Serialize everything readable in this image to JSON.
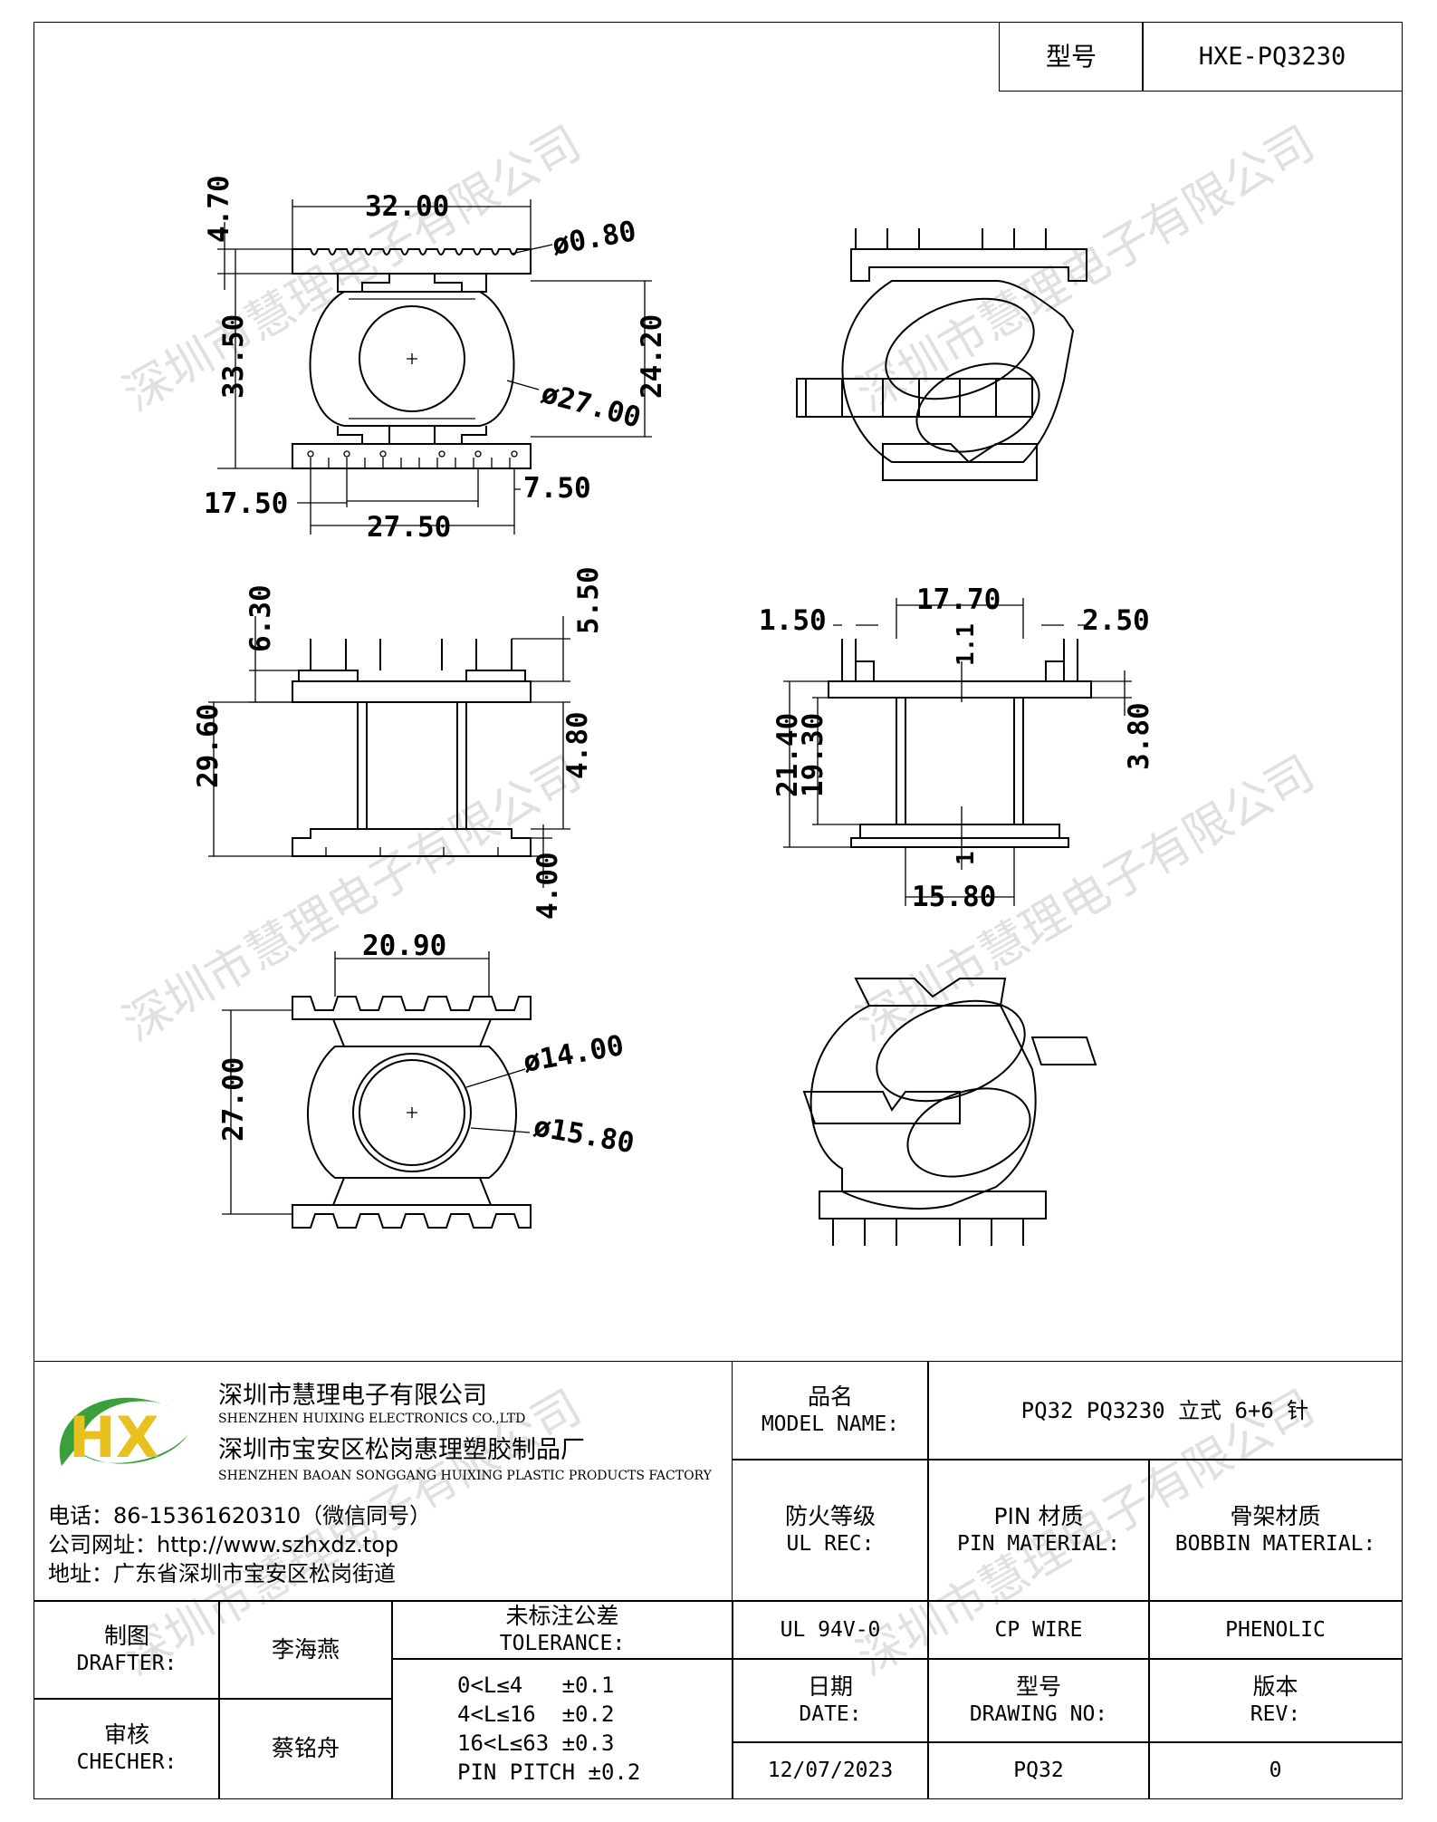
{
  "title_block_top": {
    "label": "型号",
    "value": "HXE-PQ3230"
  },
  "dimensions": {
    "top_view": [
      "4.70",
      "32.00",
      "ø0.80",
      "33.50",
      "24.20",
      "ø27.00",
      "17.50",
      "7.50",
      "27.50"
    ],
    "side_view": [
      "6.30",
      "5.50",
      "29.60",
      "4.80",
      "4.00"
    ],
    "front_view": [
      "1.50",
      "17.70",
      "2.50",
      "1.1",
      "21.40",
      "19.30",
      "3.80",
      "1",
      "15.80"
    ],
    "bottom_view": [
      "20.90",
      "ø14.00",
      "27.00",
      "ø15.80"
    ]
  },
  "watermark": "深圳市慧理电子有限公司",
  "company": {
    "logo_text": "HX",
    "name_cn": "深圳市慧理电子有限公司",
    "name_en": "SHENZHEN HUIXING ELECTRONICS CO.,LTD",
    "factory_cn": "深圳市宝安区松岗惠理塑胶制品厂",
    "factory_en": "SHENZHEN BAOAN SONGGANG HUIXING PLASTIC PRODUCTS FACTORY",
    "phone": "电话：86-15361620310（微信同号）",
    "website": "公司网址：http://www.szhxdz.top",
    "address": "地址：广东省深圳市宝安区松岗街道"
  },
  "block": {
    "model_name_cn": "品名",
    "model_name_en": "MODEL NAME:",
    "model_name_value": "PQ32 PQ3230 立式 6+6 针",
    "ul_cn": "防火等级",
    "ul_en": "UL REC:",
    "pin_cn": "PIN 材质",
    "pin_en": "PIN MATERIAL:",
    "bobbin_cn": "骨架材质",
    "bobbin_en": "BOBBIN MATERIAL:",
    "ul_value": "UL 94V-0",
    "pin_value": "CP WIRE",
    "bobbin_value": "PHENOLIC",
    "drafter_cn": "制图",
    "drafter_en": "DRAFTER:",
    "drafter_value": "李海燕",
    "checker_cn": "审核",
    "checker_en": "CHECHER:",
    "checker_value": "蔡铭舟",
    "tolerance_cn": "未标注公差",
    "tolerance_en": "TOLERANCE:",
    "tolerance_lines": [
      "0<L≤4   ±0.1",
      "4<L≤16  ±0.2",
      "16<L≤63 ±0.3",
      "PIN PITCH ±0.2"
    ],
    "date_cn": "日期",
    "date_en": "DATE:",
    "date_value": "12/07/2023",
    "drawing_no_cn": "型号",
    "drawing_no_en": "DRAWING NO:",
    "drawing_no_value": "PQ32",
    "rev_cn": "版本",
    "rev_en": "REV:",
    "rev_value": "0"
  }
}
